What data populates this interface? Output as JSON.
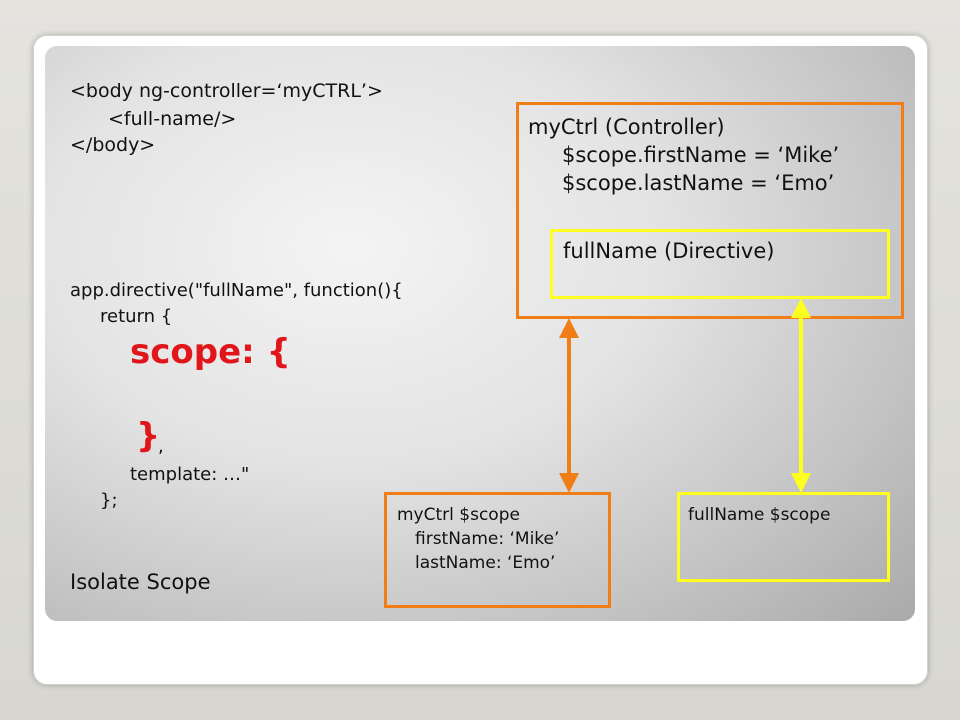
{
  "html_snippet": {
    "line1": "<body ng-controller=‘myCTRL’>",
    "line2": "<full-name/>",
    "line3": "</body>"
  },
  "directive_code": {
    "line1": "app.directive(\"fullName\", function(){",
    "line2": "return {",
    "scope_open": "scope: {",
    "scope_close": "}",
    "comma": ",",
    "template": "template: …\"",
    "closing": "};"
  },
  "caption": "Isolate Scope",
  "controller_box": {
    "title": "myCtrl (Controller)",
    "line1": "$scope.firstName = ‘Mike’",
    "line2": "$scope.lastName = ‘Emo’"
  },
  "directive_box": {
    "title": "fullName (Directive)"
  },
  "ctrl_scope_box": {
    "title": "myCtrl $scope",
    "line1": "firstName: ‘Mike’",
    "line2": "lastName: ‘Emo’"
  },
  "directive_scope_box": {
    "title": "fullName $scope"
  },
  "colors": {
    "orange": "#f07d16",
    "yellow": "#ffff1e",
    "red": "#e0161b"
  }
}
